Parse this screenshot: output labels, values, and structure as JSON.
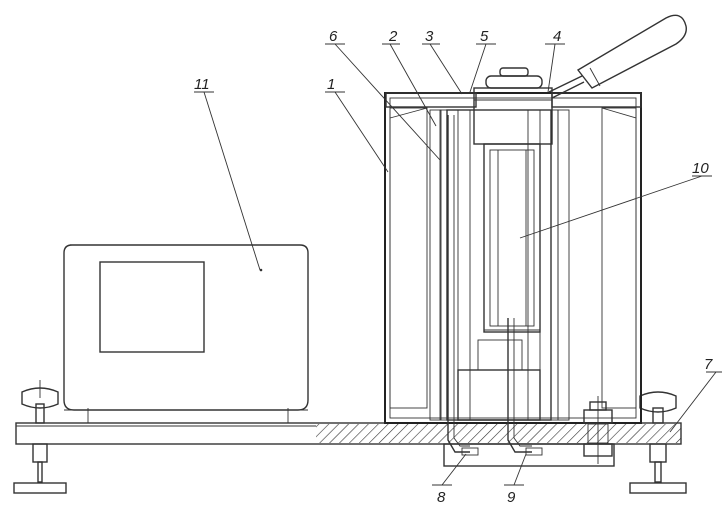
{
  "figure": {
    "callouts": {
      "c1": "1",
      "c2": "2",
      "c3": "3",
      "c4": "4",
      "c5": "5",
      "c6": "6",
      "c7": "7",
      "c8": "8",
      "c9": "9",
      "c10": "10",
      "c11": "11"
    }
  }
}
